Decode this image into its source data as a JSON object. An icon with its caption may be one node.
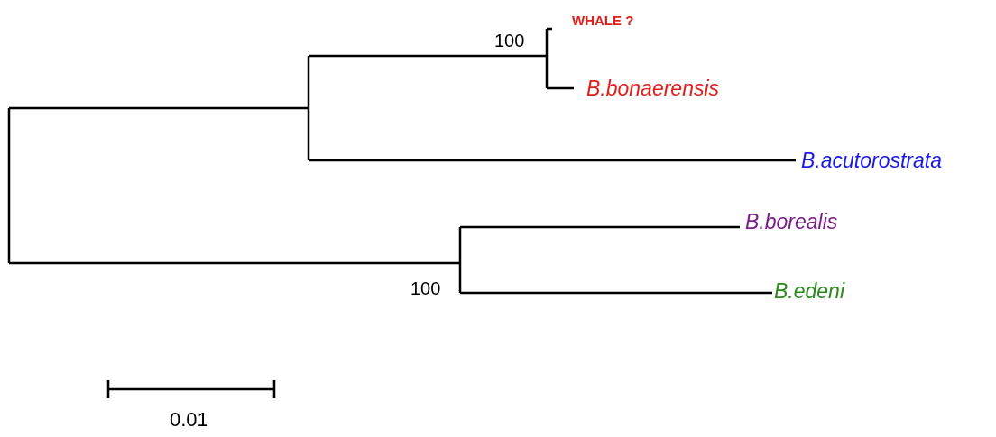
{
  "diagram": {
    "labels": [
      "100",
      "WHALE ?",
      "B.bonaerensis",
      "B.acutorostrata",
      "B.borealis",
      "100",
      "B.edeni",
      "0.01"
    ]
  }
}
